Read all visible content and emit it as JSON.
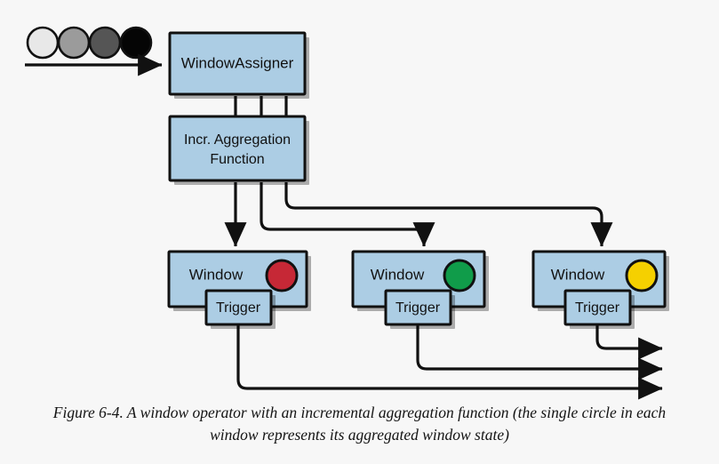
{
  "figure": {
    "caption_line1": "Figure 6-4. A window operator with an incremental aggregation function (the single circle",
    "caption_line2": "in each window represents its aggregated window state)",
    "caption_full": "Figure 6-4. A window operator with an incremental aggregation function (the single circle in each window represents its aggregated window state)"
  },
  "colors": {
    "background": "#f7f7f7",
    "node_fill": "#accde4",
    "node_stroke": "#111111",
    "edge": "#111111",
    "state_red": "#c62836",
    "state_green": "#109c4a",
    "state_yellow": "#f5d000",
    "token_1": "#e8e8e8",
    "token_2": "#9b9b9b",
    "token_3": "#555555",
    "token_4": "#050505"
  },
  "input_stream": {
    "label": "input-event-stream",
    "tokens": [
      {
        "name": "event-token-1",
        "fill": "#e8e8e8"
      },
      {
        "name": "event-token-2",
        "fill": "#9b9b9b"
      },
      {
        "name": "event-token-3",
        "fill": "#555555"
      },
      {
        "name": "event-token-4",
        "fill": "#050505"
      }
    ]
  },
  "nodes": {
    "window_assigner": {
      "label": "WindowAssigner"
    },
    "aggregation_function": {
      "label_line1": "Incr. Aggregation",
      "label_line2": "Function"
    },
    "windows": [
      {
        "label": "Window",
        "trigger_label": "Trigger",
        "state_color": "#c62836",
        "state_name": "red"
      },
      {
        "label": "Window",
        "trigger_label": "Trigger",
        "state_color": "#109c4a",
        "state_name": "green"
      },
      {
        "label": "Window",
        "trigger_label": "Trigger",
        "state_color": "#f5d000",
        "state_name": "yellow"
      }
    ]
  },
  "edges": {
    "input_to_assigner": "input-arrow",
    "assigner_to_aggregation_count": 3,
    "aggregation_to_windows_count": 3,
    "trigger_outputs_count": 3
  }
}
